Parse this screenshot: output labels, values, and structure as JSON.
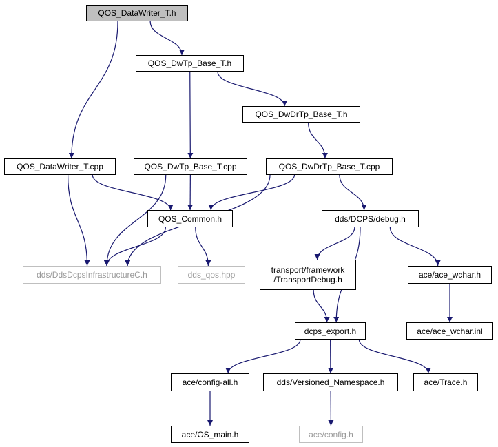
{
  "nodes": {
    "qos_datawriter_t_h": "QOS_DataWriter_T.h",
    "qos_dwtp_base_t_h": "QOS_DwTp_Base_T.h",
    "qos_dwdrtp_base_t_h": "QOS_DwDrTp_Base_T.h",
    "qos_datawriter_t_cpp": "QOS_DataWriter_T.cpp",
    "qos_dwtp_base_t_cpp": "QOS_DwTp_Base_T.cpp",
    "qos_dwdrtp_base_t_cpp": "QOS_DwDrTp_Base_T.cpp",
    "qos_common_h": "QOS_Common.h",
    "dds_dcps_debug_h": "dds/DCPS/debug.h",
    "dds_dcpsinfrastructurec_h": "dds/DdsDcpsInfrastructureC.h",
    "dds_qos_hpp": "dds_qos.hpp",
    "transportdebug_line1": "transport/framework",
    "transportdebug_line2": "/TransportDebug.h",
    "ace_wchar_h": "ace/ace_wchar.h",
    "dcps_export_h": "dcps_export.h",
    "ace_wchar_inl": "ace/ace_wchar.inl",
    "ace_config_all_h": "ace/config-all.h",
    "dds_versioned_namespace_h": "dds/Versioned_Namespace.h",
    "ace_trace_h": "ace/Trace.h",
    "ace_os_main_h": "ace/OS_main.h",
    "ace_config_h": "ace/config.h"
  },
  "edges": [
    [
      "qos_datawriter_t_h",
      "qos_dwtp_base_t_h"
    ],
    [
      "qos_datawriter_t_h",
      "qos_datawriter_t_cpp"
    ],
    [
      "qos_dwtp_base_t_h",
      "qos_dwtp_base_t_cpp"
    ],
    [
      "qos_dwtp_base_t_h",
      "qos_dwdrtp_base_t_h"
    ],
    [
      "qos_dwdrtp_base_t_h",
      "qos_dwdrtp_base_t_cpp"
    ],
    [
      "qos_datawriter_t_cpp",
      "qos_common_h"
    ],
    [
      "qos_datawriter_t_cpp",
      "dds_dcpsinfrastructurec_h"
    ],
    [
      "qos_dwtp_base_t_cpp",
      "qos_common_h"
    ],
    [
      "qos_dwtp_base_t_cpp",
      "dds_dcpsinfrastructurec_h"
    ],
    [
      "qos_dwdrtp_base_t_cpp",
      "qos_common_h"
    ],
    [
      "qos_dwdrtp_base_t_cpp",
      "dds_dcpsinfrastructurec_h"
    ],
    [
      "qos_dwdrtp_base_t_cpp",
      "dds_dcps_debug_h"
    ],
    [
      "qos_common_h",
      "dds_dcpsinfrastructurec_h"
    ],
    [
      "qos_common_h",
      "dds_qos_hpp"
    ],
    [
      "dds_dcps_debug_h",
      "transportdebug"
    ],
    [
      "dds_dcps_debug_h",
      "ace_wchar_h"
    ],
    [
      "dds_dcps_debug_h",
      "dcps_export_h"
    ],
    [
      "transportdebug",
      "dcps_export_h"
    ],
    [
      "ace_wchar_h",
      "ace_wchar_inl"
    ],
    [
      "dcps_export_h",
      "ace_config_all_h"
    ],
    [
      "dcps_export_h",
      "dds_versioned_namespace_h"
    ],
    [
      "dcps_export_h",
      "ace_trace_h"
    ],
    [
      "ace_config_all_h",
      "ace_os_main_h"
    ],
    [
      "dds_versioned_namespace_h",
      "ace_config_h"
    ]
  ],
  "colors": {
    "edge": "#191970",
    "root_fill": "#bfbfbf",
    "missing_border": "#bfbfbf",
    "missing_text": "#9a9a9a"
  }
}
